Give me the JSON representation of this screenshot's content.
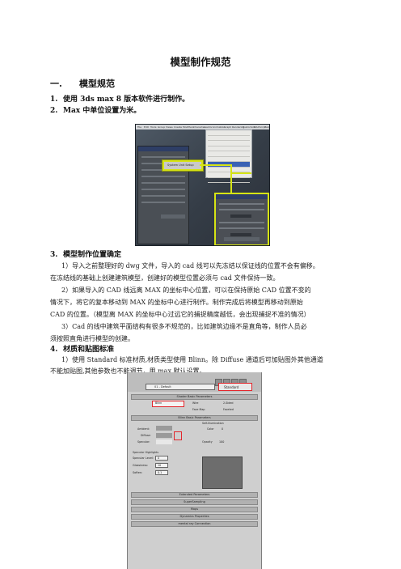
{
  "doc": {
    "title": "模型制作规范",
    "section1": {
      "num": "一.",
      "text": "模型规范"
    },
    "items": [
      {
        "num": "1.",
        "text": "使用 3ds max 8 版本软件进行制作。"
      },
      {
        "num": "2.",
        "text": "Max 中单位设置为米。"
      },
      {
        "num": "3.",
        "text": "模型制作位置确定"
      },
      {
        "num": "4.",
        "text": "材质和贴图标准"
      }
    ],
    "p3_1a": "1）导入之前整理好的 dwg 文件，导入的 cad 线可以先冻结以保证线的位置不会有偏移。",
    "p3_1b": "在冻结线的基础上创建建筑模型，创建好的模型位置必须与 cad 文件保持一致。",
    "p3_2a": "2）如果导入的 CAD 线远离 MAX 的坐标中心位置，可以在保持原始 CAD 位置不变的",
    "p3_2b": "情况下，将它的复本移动到 MAX 的坐标中心进行制作。制作完成后将模型再移动到原始",
    "p3_2c": "CAD 的位置。（模型离 MAX 的坐标中心过远它的捕捉精度越低，会出现捕捉不准的情况）",
    "p3_3a": "3）Cad 的线中建筑平面结构有很多不规范的，比如建筑边缘不是直角等，制作人员必",
    "p3_3b": "须按照直角进行模型的创建。",
    "p4_1a": "1）使用 Standard 标准材质,材质类型使用 Blinn。除 Diffuse 通道后可加贴图外其他通道",
    "p4_1b": "不能加贴图,其他参数也不能调节，用 max 默认设置。"
  },
  "shot1": {
    "menu": [
      "File",
      "Edit",
      "Tools",
      "Group",
      "Views",
      "Create",
      "Modifiers",
      "Character",
      "reactor",
      "Animation",
      "Graph",
      "Rendering",
      "Customize",
      "MAXScript",
      "Help"
    ],
    "button": "System Unit Setup"
  },
  "shot2": {
    "material_slot": "01 - Default",
    "material_type": "Standard",
    "rollouts": {
      "shader": "Shader Basic Parameters",
      "blinn_basic": "Blinn Basic Parameters",
      "extended": "Extended Parameters",
      "supersampling": "SuperSampling",
      "maps": "Maps",
      "dynamics": "Dynamics Properties",
      "mental_ray": "mental ray Connection"
    },
    "shader_type": "Blinn",
    "wire": "Wire",
    "two_sided": "2-Sided",
    "face_map": "Face Map",
    "faceted": "Faceted",
    "self_illum": "Self-Illumination",
    "color": "Color",
    "color_val": "0",
    "opacity": "Opacity",
    "opacity_val": "100",
    "ambient": "Ambient:",
    "diffuse": "Diffuse:",
    "specular": "Specular:",
    "spec_highlights": "Specular Highlights",
    "spec_level": "Specular Level:",
    "spec_level_val": "0",
    "glossiness": "Glossiness:",
    "glossiness_val": "10",
    "soften": "Soften:",
    "soften_val": "0.1"
  }
}
